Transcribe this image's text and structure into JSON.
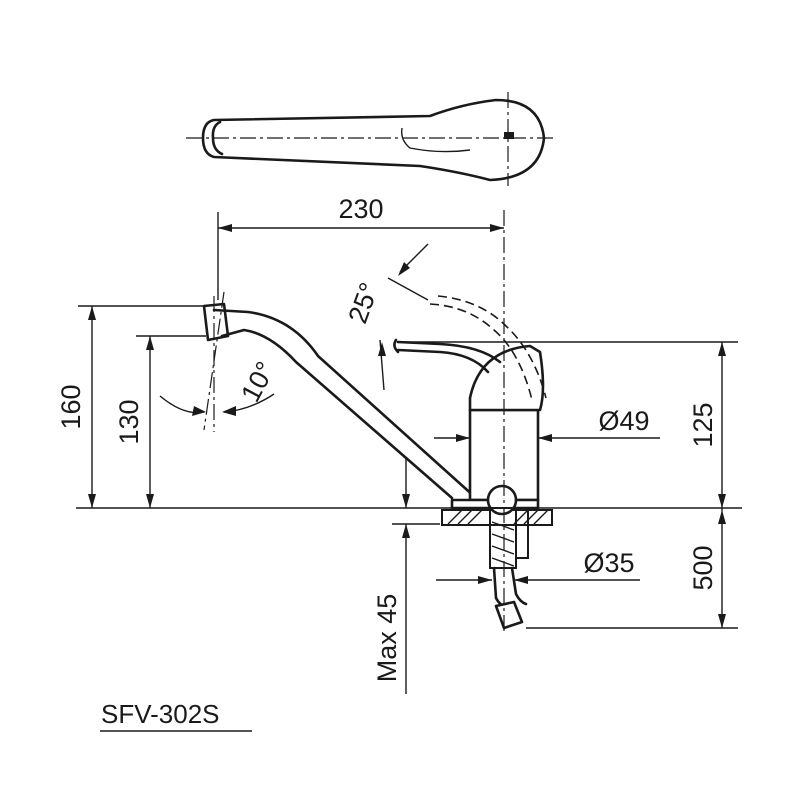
{
  "model": "SFV-302S",
  "dimensions": {
    "width_230": "230",
    "height_160": "160",
    "height_130": "130",
    "height_125": "125",
    "length_500": "500",
    "angle_25": "25°",
    "angle_10": "10°",
    "diameter_49": "Ø49",
    "diameter_35": "Ø35",
    "max_45": "Max 45"
  }
}
